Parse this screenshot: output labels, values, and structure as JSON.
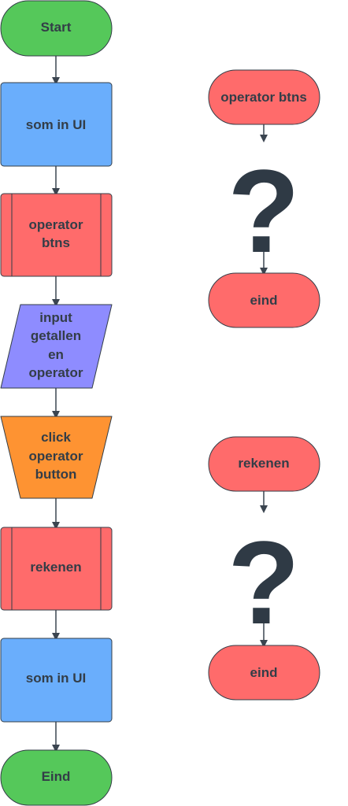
{
  "colors": {
    "green": "#55c85a",
    "blue": "#6aaefc",
    "red": "#ff6b6b",
    "purple": "#8e8cff",
    "orange": "#fe9332",
    "stroke": "#333d47",
    "line": "#3b4550"
  },
  "main_flow": {
    "start": "Start",
    "som_in_ui_1": "som in UI",
    "operator_btns": [
      "operator",
      "btns"
    ],
    "input": [
      "input",
      "getallen",
      "en",
      "operator"
    ],
    "click": [
      "click",
      "operator",
      "button"
    ],
    "rekenen": "rekenen",
    "som_in_ui_2": "som in UI",
    "eind": "Eind"
  },
  "side_flow_1": {
    "top": "operator btns",
    "question": "?",
    "end": "eind"
  },
  "side_flow_2": {
    "top": "rekenen",
    "question": "?",
    "end": "eind"
  }
}
